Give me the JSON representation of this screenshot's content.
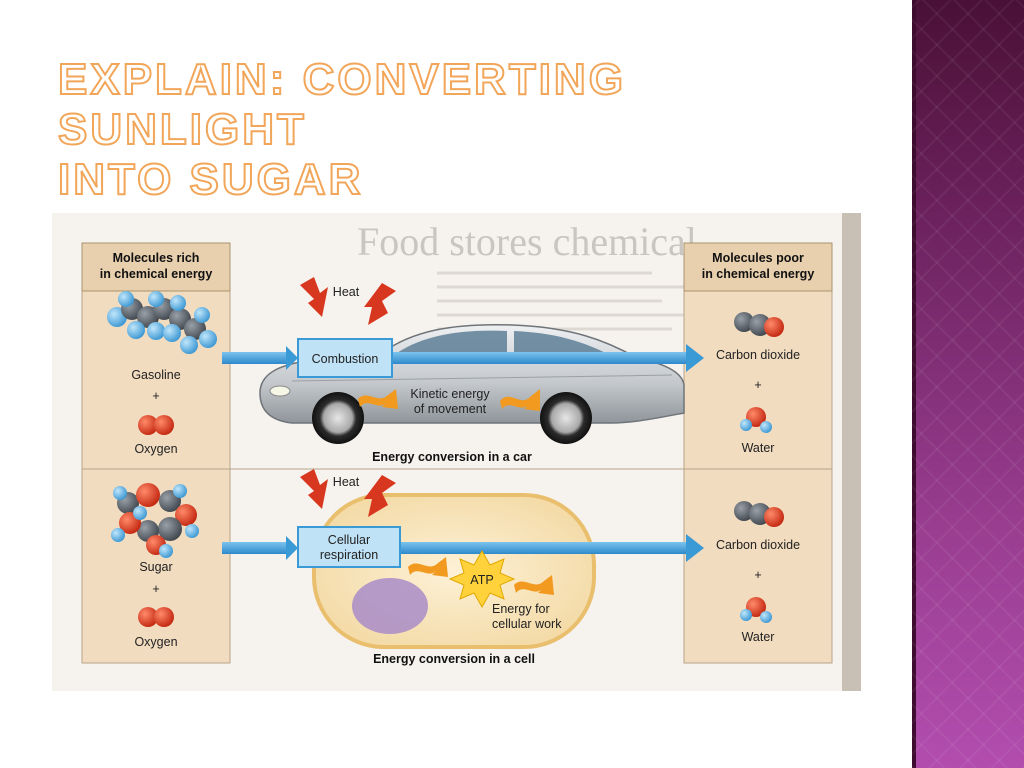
{
  "slide": {
    "title_line1": "Explain: Converting sunlight",
    "title_line2": "into sugar"
  },
  "figure": {
    "left_header_line1": "Molecules rich",
    "left_header_line2": "in chemical energy",
    "right_header_line1": "Molecules poor",
    "right_header_line2": "in chemical energy",
    "background_heading": "Food stores chemical",
    "car": {
      "fuel": "Gasoline",
      "plus": "+",
      "oxidizer": "Oxygen",
      "heat": "Heat",
      "process": "Combustion",
      "work_line1": "Kinetic energy",
      "work_line2": "of movement",
      "caption": "Energy conversion in a car",
      "product1": "Carbon dioxide",
      "product_plus": "+",
      "product2": "Water"
    },
    "cell": {
      "fuel": "Sugar",
      "plus": "+",
      "oxidizer": "Oxygen",
      "heat": "Heat",
      "process_line1": "Cellular",
      "process_line2": "respiration",
      "atp": "ATP",
      "work_line1": "Energy for",
      "work_line2": "cellular work",
      "caption": "Energy conversion in a cell",
      "product1": "Carbon dioxide",
      "product_plus": "+",
      "product2": "Water"
    }
  },
  "colors": {
    "title_outline": "#f2a65a",
    "arrow_blue": "#3a9ad6",
    "panel_tan": "#f1dcc0",
    "heat_red": "#d8371f",
    "sidebar_purple": "#7a2a6c"
  }
}
